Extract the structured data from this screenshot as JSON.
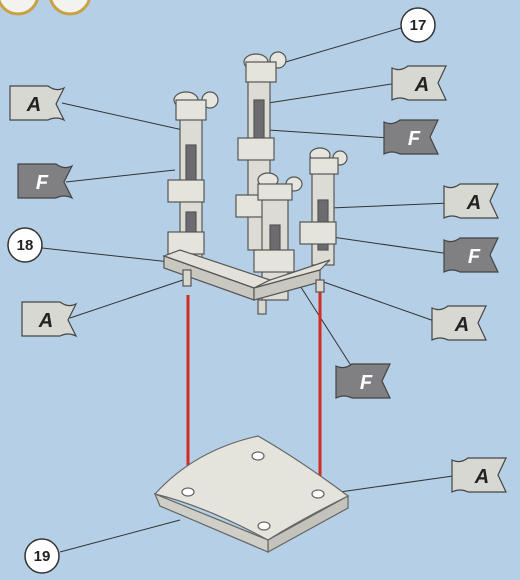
{
  "callouts": {
    "n17": "17",
    "n18": "18",
    "n19": "19"
  },
  "flags": {
    "a_left_top": "A",
    "f_left": "F",
    "a_left_bottom": "A",
    "a_right_1": "A",
    "f_right_1": "F",
    "a_right_2": "A",
    "f_right_2": "F",
    "a_right_3": "A",
    "f_bottom": "F",
    "a_base": "A"
  },
  "colors": {
    "background": "#b5cfe6",
    "flag_a": "#d8d8d2",
    "flag_f": "#808083",
    "part": "#dcdcd4",
    "arrow": "#d42a20"
  }
}
